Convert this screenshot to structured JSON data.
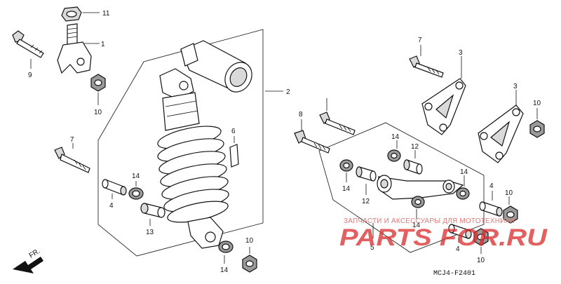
{
  "diagram": {
    "callouts": [
      {
        "id": "c11",
        "text": "11"
      },
      {
        "id": "c1",
        "text": "1"
      },
      {
        "id": "c2",
        "text": "2"
      },
      {
        "id": "c9",
        "text": "9"
      },
      {
        "id": "c10a",
        "text": "10"
      },
      {
        "id": "c7a",
        "text": "7"
      },
      {
        "id": "c14a",
        "text": "14"
      },
      {
        "id": "c4a",
        "text": "4"
      },
      {
        "id": "c13",
        "text": "13"
      },
      {
        "id": "c6",
        "text": "6"
      },
      {
        "id": "c10b",
        "text": "10"
      },
      {
        "id": "c14b",
        "text": "14"
      },
      {
        "id": "c7b",
        "text": "7"
      },
      {
        "id": "c3a",
        "text": "3"
      },
      {
        "id": "c3b",
        "text": "3"
      },
      {
        "id": "c10c",
        "text": "10"
      },
      {
        "id": "c8",
        "text": "8"
      },
      {
        "id": "c14c",
        "text": "14"
      },
      {
        "id": "c12a",
        "text": "12"
      },
      {
        "id": "c14d",
        "text": "14"
      },
      {
        "id": "c12b",
        "text": "12"
      },
      {
        "id": "c14e",
        "text": "14"
      },
      {
        "id": "c14f",
        "text": "14"
      },
      {
        "id": "c5",
        "text": "5"
      },
      {
        "id": "c4b",
        "text": "4"
      },
      {
        "id": "c10d",
        "text": "10"
      },
      {
        "id": "c4c",
        "text": "4"
      },
      {
        "id": "c10e",
        "text": "10"
      }
    ],
    "front_arrow": "FR.",
    "diagram_code": "MCJ4-F2401"
  },
  "watermark": {
    "caption": "ЗАПЧАСТИ И АКСЕССУАРЫ ДЛЯ МОТОТЕХНИКИ",
    "logo": "PARTS FOR.RU"
  }
}
